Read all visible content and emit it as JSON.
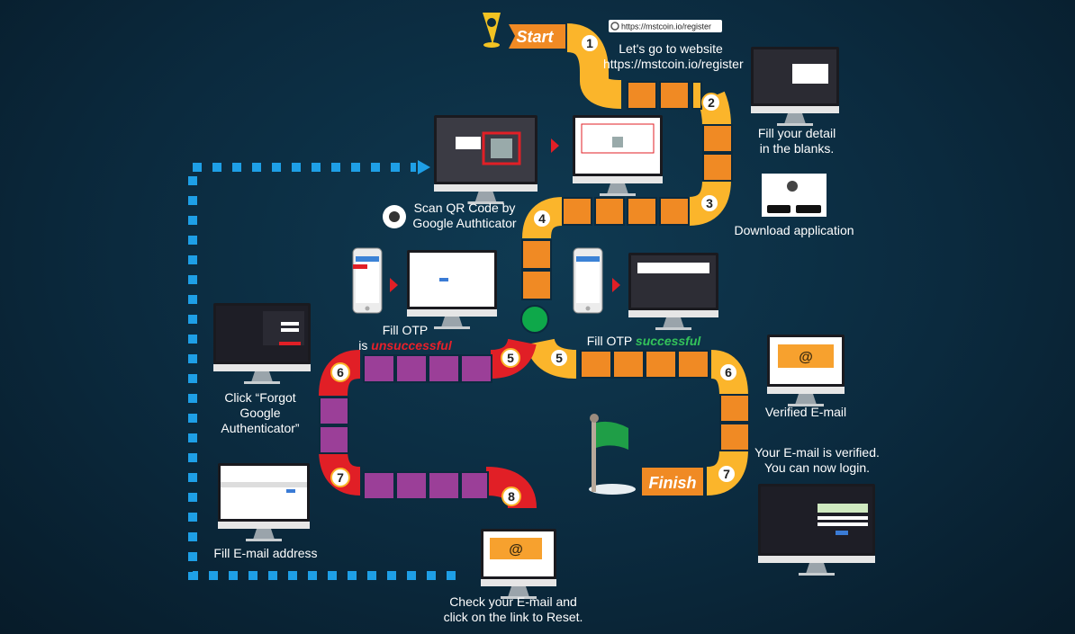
{
  "start_label": "Start",
  "finish_label": "Finish",
  "url_bar": "https://mstcoin.io/register",
  "step_numbers": [
    "1",
    "2",
    "3",
    "4",
    "5",
    "5",
    "6",
    "6",
    "7",
    "7",
    "8"
  ],
  "labels": {
    "go_website_1": "Let's go to website",
    "go_website_2": "https://mstcoin.io/register",
    "fill_detail_1": "Fill your detail",
    "fill_detail_2": "in the blanks.",
    "download_app": "Download application",
    "scan_qr_1": "Scan QR Code by",
    "scan_qr_2": "Google Authticator",
    "fill_otp_unsuccessful_1": "Fill OTP",
    "fill_otp_unsuccessful_2": "is",
    "unsuccessful": "unsuccessful",
    "fill_otp_successful_1": "Fill OTP",
    "successful": "successful",
    "verified_email": "Verified E-mail",
    "email_verified_1": "Your E-mail is verified.",
    "email_verified_2": "You can now login.",
    "forgot_ga_1": "Click “Forgot",
    "forgot_ga_2": "Google",
    "forgot_ga_3": "Authenticator”",
    "fill_email": "Fill E-mail address",
    "check_email_1": "Check your E-mail and",
    "check_email_2": "click on the link to Reset.",
    "at_symbol": "@"
  },
  "colors": {
    "orange": "#f08a24",
    "yellow": "#fbb52b",
    "red": "#e11f26",
    "purple": "#9b3f98",
    "green": "#0ea84a",
    "blue_dot": "#1e9fe6",
    "start_fill": "#f08a24"
  }
}
